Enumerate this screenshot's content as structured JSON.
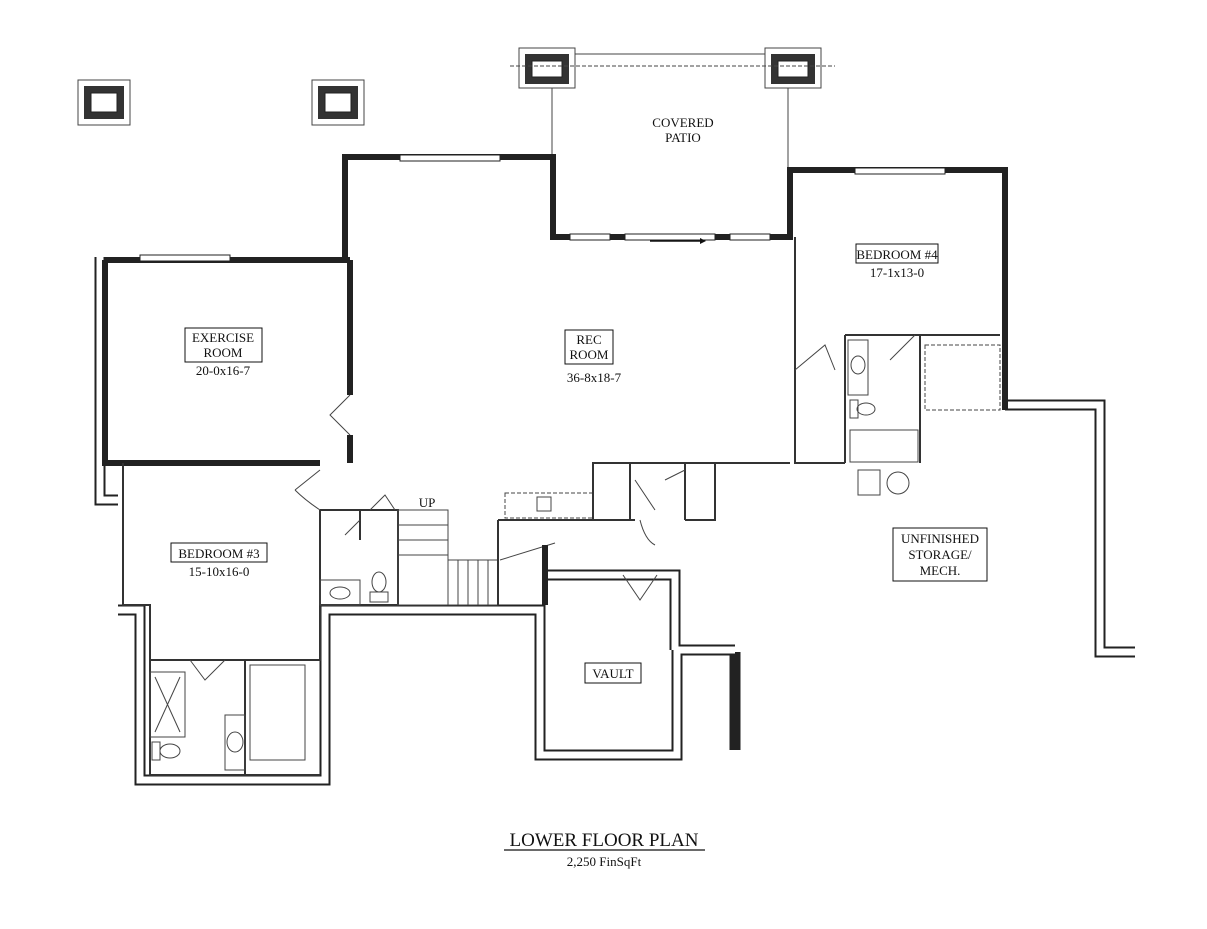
{
  "plan": {
    "title": "LOWER FLOOR PLAN",
    "subtitle": "2,250 FinSqFt"
  },
  "rooms": {
    "covered_patio": {
      "line1": "COVERED",
      "line2": "PATIO"
    },
    "bedroom4": {
      "name": "BEDROOM #4",
      "dims": "17-1x13-0"
    },
    "exercise": {
      "line1": "EXERCISE",
      "line2": "ROOM",
      "dims": "20-0x16-7"
    },
    "rec": {
      "line1": "REC",
      "line2": "ROOM",
      "dims": "36-8x18-7"
    },
    "bedroom3": {
      "name": "BEDROOM #3",
      "dims": "15-10x16-0"
    },
    "storage": {
      "line1": "UNFINISHED",
      "line2": "STORAGE/",
      "line3": "MECH."
    },
    "vault": {
      "name": "VAULT"
    },
    "stairs": {
      "label": "UP"
    }
  }
}
